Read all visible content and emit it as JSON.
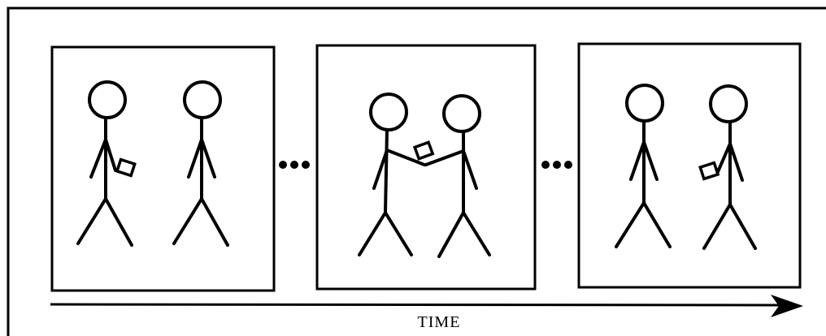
{
  "diagram": {
    "axis_label": "TIME",
    "panels": [
      {
        "id": "before",
        "object_holder": "left-figure"
      },
      {
        "id": "exchange",
        "object_holder": "both-figures"
      },
      {
        "id": "after",
        "object_holder": "right-figure"
      }
    ],
    "separator": "•••",
    "colors": {
      "stroke": "#000000",
      "background": "#ffffff"
    }
  }
}
